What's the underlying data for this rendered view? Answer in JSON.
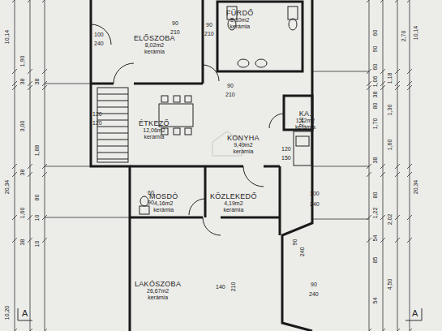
{
  "diagram": {
    "nodes": [
      {
        "text": [
          "ELŐSZOBA",
          "8,02m2",
          "kerámia"
        ]
      },
      {
        "text": [
          "FÜRDŐ",
          "8,10m2",
          "kerámia"
        ]
      },
      {
        "text": [
          "ÉTKEZŐ",
          "12,06m2",
          "kerámia"
        ]
      },
      {
        "text": [
          "KA.",
          "1,42m2",
          "kerámia"
        ]
      },
      {
        "text": [
          "KONYHA",
          "9,49m2",
          "kerámia"
        ]
      },
      {
        "text": [
          "MOSDÓ",
          "4,16m2",
          "kerámia"
        ]
      },
      {
        "text": [
          "KÖZLEKEDŐ",
          "4,19m2",
          "kerámia"
        ]
      },
      {
        "text": [
          "LAKÓSZOBA",
          "26,67m2",
          "kerámia"
        ]
      }
    ],
    "labels": [
      "10,14",
      "20,34",
      "10,20",
      "1,90",
      "38",
      "3,00",
      "38",
      "1,60",
      "38",
      "38",
      "1,88",
      "80",
      "10",
      "10",
      "100",
      "240",
      "90",
      "210",
      "90",
      "210",
      "90",
      "210",
      "120",
      "120",
      "60",
      "90",
      "140",
      "210",
      "100",
      "240",
      "90",
      "240",
      "90",
      "240",
      "210",
      "120",
      "150",
      "60",
      "90",
      "60",
      "1,06",
      "38",
      "80",
      "1,70",
      "38",
      "80",
      "1,22",
      "54",
      "85",
      "54",
      "1,18",
      "1,30",
      "1,60",
      "2,02",
      "4,50",
      "2,70",
      "10,14",
      "20,34",
      "A",
      "A"
    ]
  }
}
